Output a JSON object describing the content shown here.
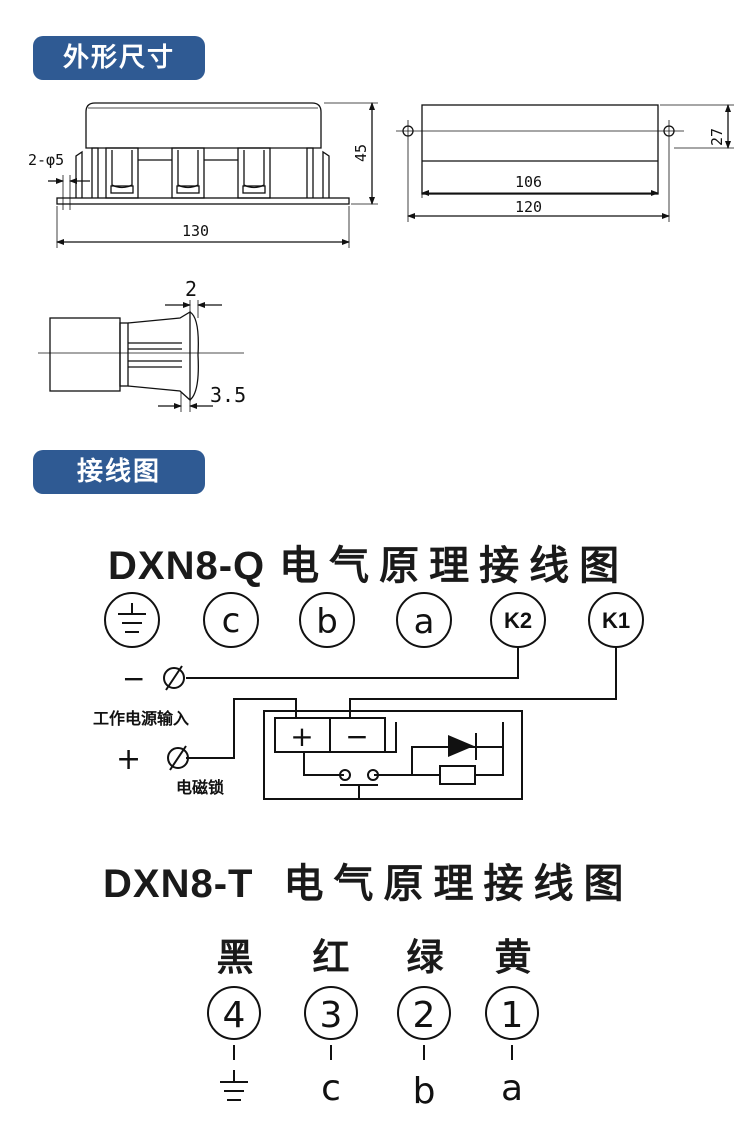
{
  "sections": {
    "outline": "外形尺寸",
    "wiring": "接线图"
  },
  "colors": {
    "tab": "#2f5a93",
    "line": "#111111"
  },
  "dimensions": {
    "hole_spec": "2-φ5",
    "height": "45",
    "width_main": "130",
    "depth": "27",
    "hole_pitch": "106",
    "overall_length": "120",
    "gap": "2",
    "offset": "3.5"
  },
  "diagram_q": {
    "title_code": "DXN8-Q",
    "title_cn": "电气原理接线图",
    "terminals": [
      {
        "label": "",
        "icon": "ground-icon"
      },
      {
        "label": "c"
      },
      {
        "label": "b"
      },
      {
        "label": "a"
      },
      {
        "label": "K2"
      },
      {
        "label": "K1"
      }
    ],
    "minus_sign": "−",
    "plus_sign": "+",
    "power_input": "工作电源输入",
    "lock_label": "电磁锁",
    "box_plus": "+",
    "box_minus": "−"
  },
  "diagram_t": {
    "title_code": "DXN8-T",
    "title_cn": "电气原理接线图",
    "colors": [
      "黑",
      "红",
      "绿",
      "黄"
    ],
    "numbers": [
      "4",
      "3",
      "2",
      "1"
    ],
    "wires": [
      "",
      "c",
      "b",
      "a"
    ]
  }
}
